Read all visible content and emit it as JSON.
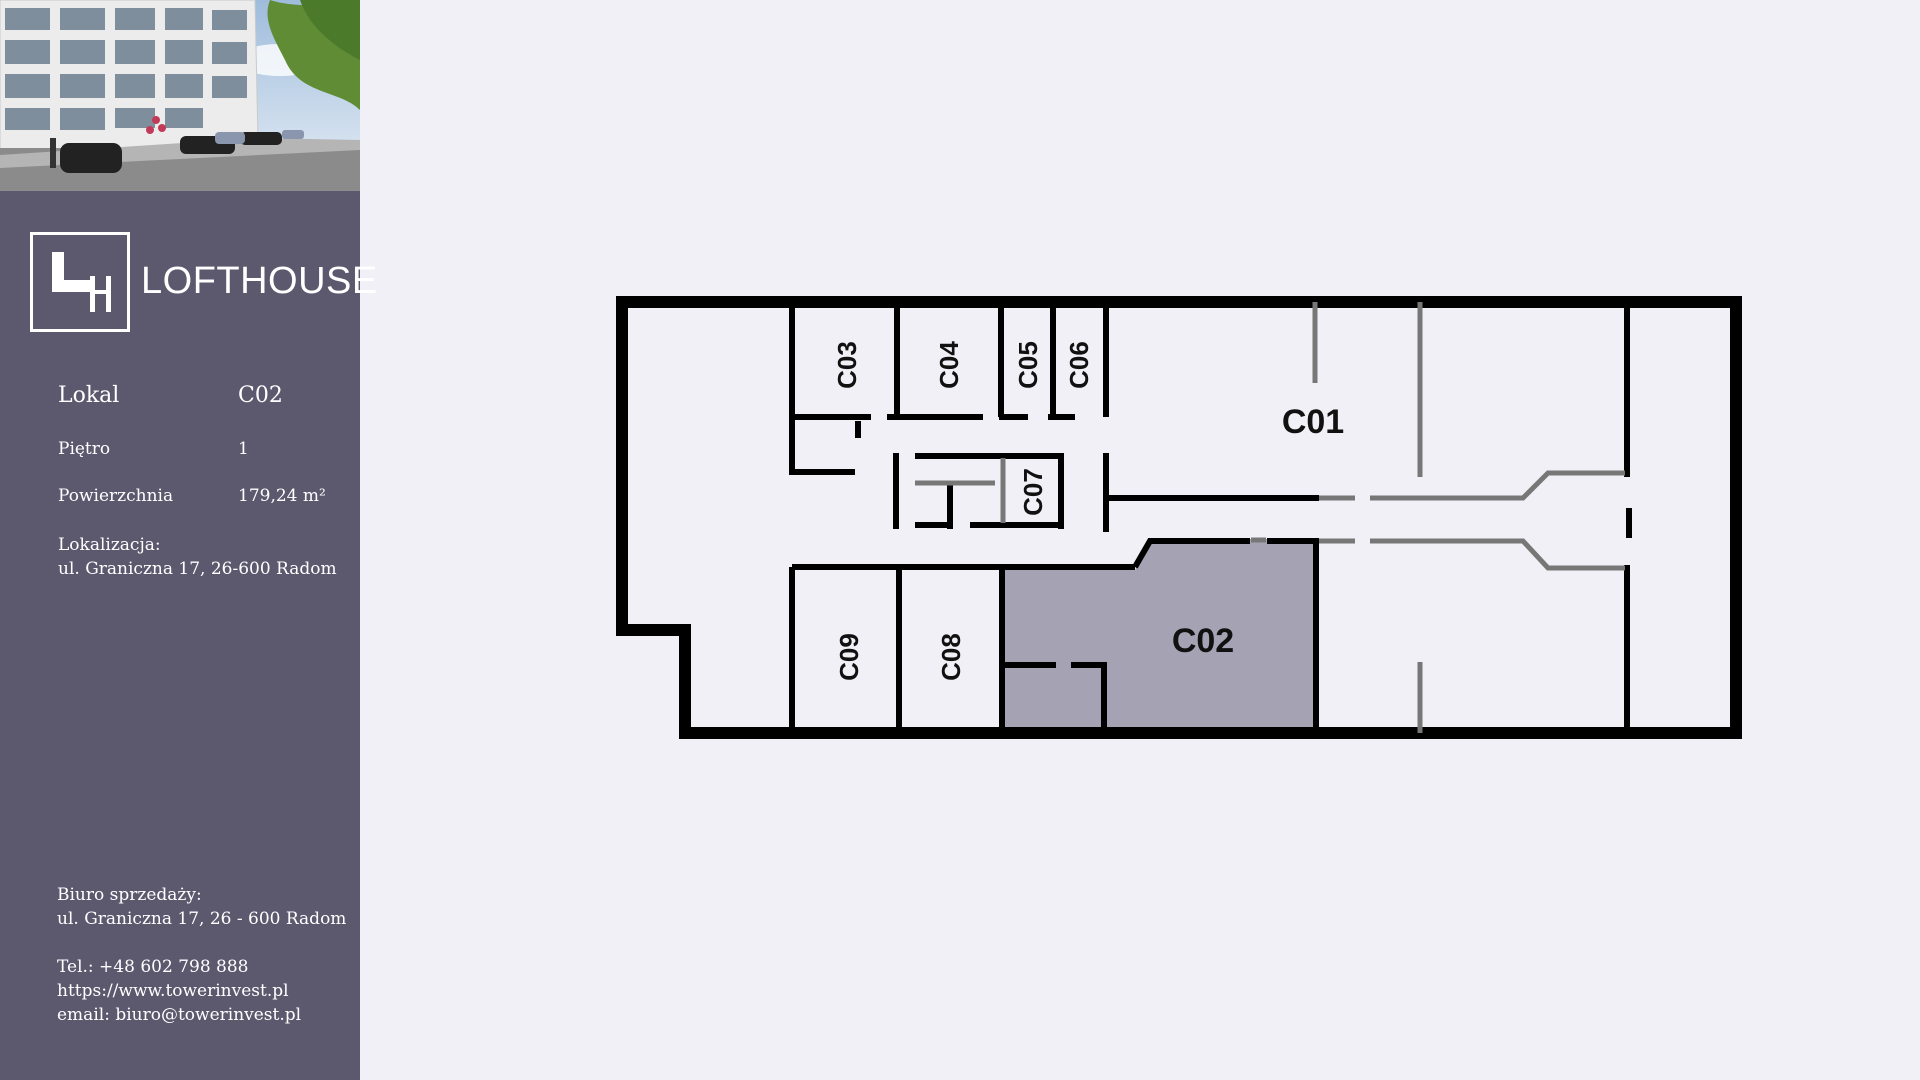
{
  "brand": {
    "name": "LOFTHOUSE"
  },
  "details": {
    "unit_label": "Lokal",
    "unit_value": "C02",
    "floor_label": "Piętro",
    "floor_value": "1",
    "area_label": "Powierzchnia",
    "area_value": "179,24 m²",
    "location_label": "Lokalizacja:",
    "location_value": "ul. Graniczna 17, 26-600 Radom"
  },
  "sales_office": {
    "heading": "Biuro sprzedaży:",
    "address": "ul. Graniczna 17, 26 - 600 Radom",
    "phone": "Tel.: +48  602 798 888",
    "website": "https://www.towerinvest.pl",
    "email": "email: biuro@towerinvest.pl"
  },
  "plan": {
    "rooms": {
      "c01": "C01",
      "c02": "C02",
      "c03": "C03",
      "c04": "C04",
      "c05": "C05",
      "c06": "C06",
      "c07": "C07",
      "c08": "C08",
      "c09": "C09"
    },
    "highlight_room": "C02",
    "colors": {
      "highlight": "#a5a3b3",
      "wall": "#000000",
      "partition": "#777777",
      "floor": "#f1f0f7"
    }
  }
}
